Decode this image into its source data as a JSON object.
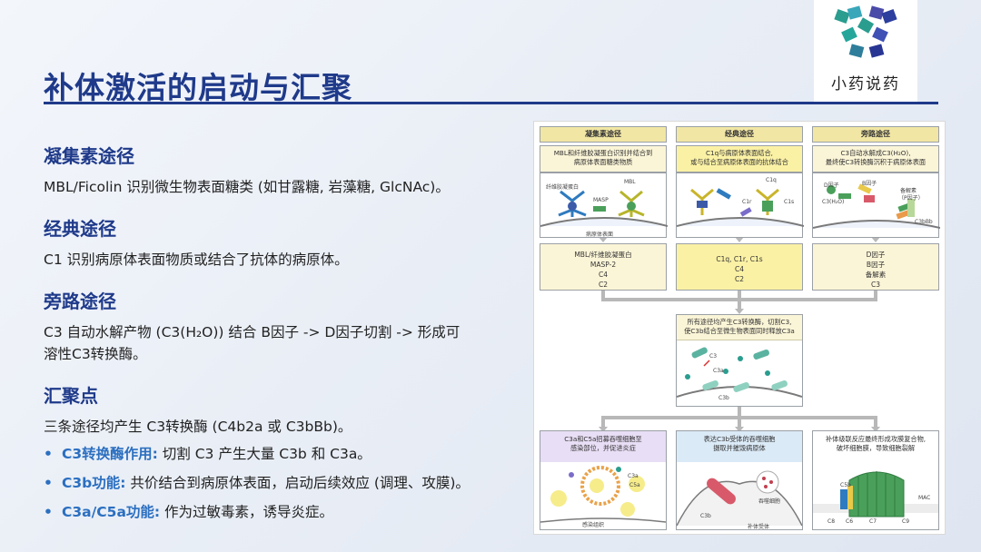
{
  "title": "补体激活的启动与汇聚",
  "logo": {
    "text": "小药说药"
  },
  "sections": [
    {
      "heading": "凝集素途径",
      "text": "MBL/Ficolin 识别微生物表面糖类 (如甘露糖, 岩藻糖, GlcNAc)。"
    },
    {
      "heading": "经典途径",
      "text": "C1 识别病原体表面物质或结合了抗体的病原体。"
    },
    {
      "heading": "旁路途径",
      "text_line1": "C3 自动水解产物 (C3(H₂O)) 结合 B因子 -> D因子切割 -> 形成可",
      "text_line2": "溶性C3转换酶。"
    },
    {
      "heading": "汇聚点",
      "text": "三条途径均产生 C3转换酶 (C4b2a 或 C3bBb)。"
    }
  ],
  "bullets": [
    {
      "key": "C3转换酶作用:",
      "text": " 切割 C3 产生大量 C3b 和 C3a。"
    },
    {
      "key": "C3b功能:",
      "text": " 共价结合到病原体表面，启动后续效应 (调理、攻膜)。"
    },
    {
      "key": "C3a/C5a功能:",
      "text": " 作为过敏毒素，诱导炎症。"
    }
  ],
  "figure": {
    "columns": [
      {
        "header": "凝集素途径",
        "desc_line1": "MBL和纤维胶凝蛋白识别并结合到",
        "desc_line2": "病原体表面糖类物质",
        "labels": {
          "a": "纤维胶凝蛋白",
          "b": "MBL",
          "c": "MASP",
          "d": "病原体表面"
        },
        "components": [
          "MBL/纤维胶凝蛋白",
          "MASP-2",
          "C4",
          "C2"
        ]
      },
      {
        "header": "经典途径",
        "desc_line1": "C1q与病原体表面结合,",
        "desc_line2": "或与结合至病原体表面的抗体结合",
        "labels": {
          "a": "C1q",
          "b": "C1r",
          "c": "C1s"
        },
        "components": [
          "C1q, C1r, C1s",
          "C4",
          "C2"
        ]
      },
      {
        "header": "旁路途径",
        "desc_line1": "C3自动水解成C3(H₂O),",
        "desc_line2": "最终使C3转换酶沉积于病原体表面",
        "labels": {
          "a": "D因子",
          "b": "B因子",
          "c": "C3(H₂O)",
          "d": "备解素",
          "e": "（P因子）",
          "f": "C3bBb"
        },
        "components": [
          "D因子",
          "B因子",
          "备解素",
          "C3"
        ]
      }
    ],
    "center": {
      "desc_line1": "所有途径均产生C3转换酶，切割C3,",
      "desc_line2": "使C3b结合至微生物表面同时释放C3a",
      "labels": {
        "a": "C3",
        "b": "C3a",
        "c": "C3b"
      }
    },
    "bottom": [
      {
        "line1": "C3a和C5a招募吞噬细胞至",
        "line2": "感染部位，并促进炎症",
        "labels": {
          "a": "C3a",
          "b": "C5a",
          "c": "感染组织"
        }
      },
      {
        "line1": "表达C3b受体的吞噬细胞",
        "line2": "摄取并摧毁病原体",
        "labels": {
          "a": "吞噬细胞",
          "b": "C3b",
          "c": "补体受体"
        }
      },
      {
        "line1": "补体级联反应最终形成攻膜复合物,",
        "line2": "破坏细胞膜，导致细胞裂解",
        "labels": {
          "a": "C5b",
          "b": "C6",
          "c": "C7",
          "d": "C8",
          "e": "C9",
          "f": "MAC"
        }
      }
    ]
  },
  "colors": {
    "title": "#1f3a8a",
    "accent": "#2b6fc0",
    "header_bg": "#f1e6a4",
    "desc_bg": "#fbf5d7"
  }
}
